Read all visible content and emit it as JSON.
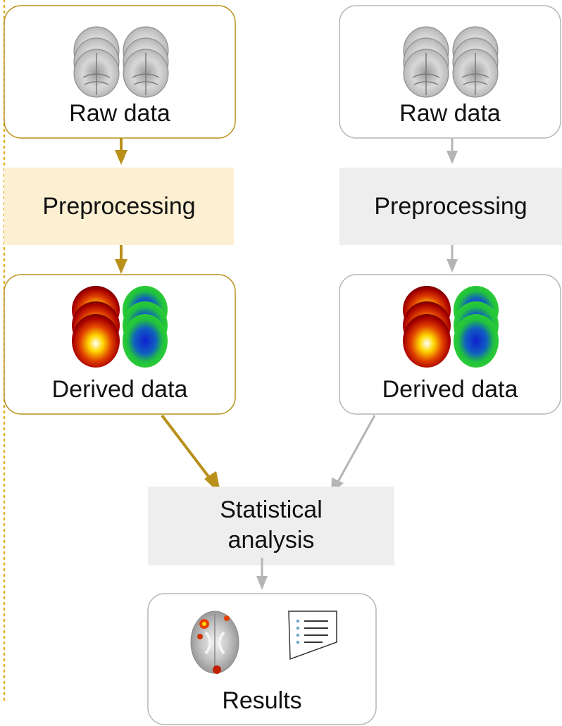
{
  "colors": {
    "gold": "#b8901a",
    "gold_fill": "#fdf0d2",
    "gray": "#b5b5b5",
    "gray_fill": "#eeeeee"
  },
  "pipeline_left": {
    "raw_label": "Raw data",
    "preprocessing_label": "Preprocessing",
    "derived_label": "Derived data"
  },
  "pipeline_right": {
    "raw_label": "Raw data",
    "preprocessing_label": "Preprocessing",
    "derived_label": "Derived data"
  },
  "analysis": {
    "line1": "Statistical",
    "line2": "analysis"
  },
  "results": {
    "label": "Results"
  }
}
